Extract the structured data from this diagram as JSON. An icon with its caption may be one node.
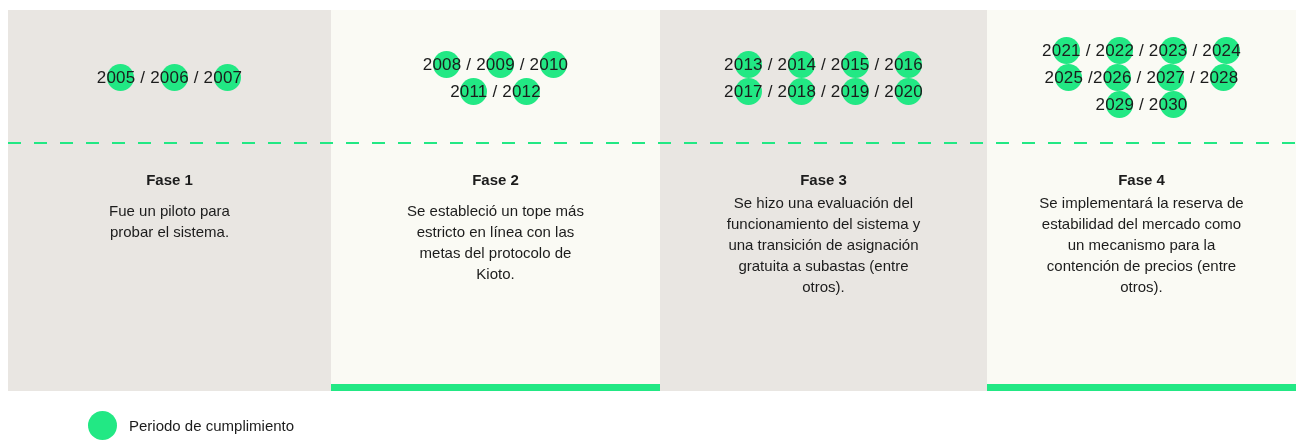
{
  "diagram": {
    "nodes": [
      {
        "text": [
          "2005 / 2006 / 2007",
          "Fase 1",
          "Fue un piloto para probar el sistema."
        ]
      },
      {
        "text": [
          "2008 / 2009 / 2010 2011 / 2012",
          "Fase 2",
          "Se estableció un tope más estricto en línea con las metas del protocolo de Kioto."
        ]
      },
      {
        "text": [
          "2013 / 2014 / 2015 / 2016 2017 / 2018 / 2019 / 2020",
          "Fase 3",
          "Se hizo una evaluación del funcionamiento del sistema y una transición de asignación gratuita a subastas (entre otros)."
        ]
      },
      {
        "text": [
          "2021 / 2022 / 2023 / 2024 2025 /2026 / 2027 / 2028 2029 / 2030",
          "Fase 4",
          "Se implementará la reserva de estabilidad del mercado como un mecanismo para la contención de precios (entre otros)."
        ]
      }
    ],
    "legend": [
      {
        "text": "Periodo de cumplimiento",
        "color": "#22e884"
      }
    ]
  }
}
